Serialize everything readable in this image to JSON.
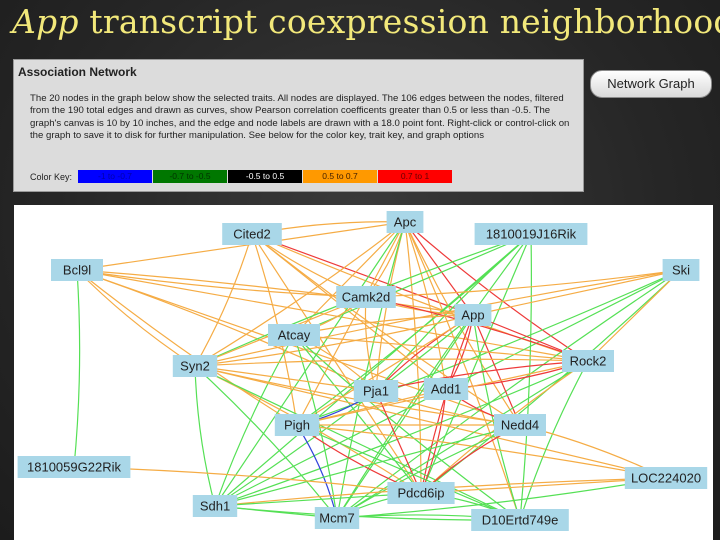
{
  "title": {
    "em": "App",
    "rest": " transcript coexpression neighborhood"
  },
  "panel": {
    "heading": "Association Network",
    "description": "The 20 nodes in the graph below show the selected traits. All nodes are displayed. The 106 edges between the nodes, filtered from the 190 total edges and drawn as curves, show Pearson correlation coefficents greater than 0.5 or less than -0.5. The graph's canvas is 10 by 10 inches, and the edge and node labels are drawn with a 18.0 point font. Right-click or control-click on the graph to save it to disk for further manipulation. See below for the color key, trait key, and graph options",
    "color_key_label": "Color Key:",
    "color_key": [
      {
        "label": "-1 to -0.7",
        "bg": "#0000ff",
        "fg": "#0000aa"
      },
      {
        "label": "-0.7 to -0.5",
        "bg": "#007700",
        "fg": "#003300"
      },
      {
        "label": "-0.5 to 0.5",
        "bg": "#000000",
        "fg": "#ffffff"
      },
      {
        "label": "0.5 to 0.7",
        "bg": "#ff9900",
        "fg": "#442200"
      },
      {
        "label": "0.7 to 1",
        "bg": "#ff0000",
        "fg": "#660000"
      }
    ]
  },
  "button": {
    "label": "Network Graph"
  },
  "colors": {
    "orange": "#f5ac45",
    "green": "#55e055",
    "red": "#ee3a3a",
    "blue": "#3344dd",
    "node_bg": "#a9d7e8"
  },
  "graph": {
    "nodes": [
      {
        "id": "Apc",
        "label": "Apc"
      },
      {
        "id": "Cited2",
        "label": "Cited2"
      },
      {
        "id": "1810019J16Rik",
        "label": "1810019J16Rik"
      },
      {
        "id": "Bcl9l",
        "label": "Bcl9l"
      },
      {
        "id": "Ski",
        "label": "Ski"
      },
      {
        "id": "Camk2d",
        "label": "Camk2d"
      },
      {
        "id": "App",
        "label": "App"
      },
      {
        "id": "Atcay",
        "label": "Atcay"
      },
      {
        "id": "Syn2",
        "label": "Syn2"
      },
      {
        "id": "Rock2",
        "label": "Rock2"
      },
      {
        "id": "Pja1",
        "label": "Pja1"
      },
      {
        "id": "Add1",
        "label": "Add1"
      },
      {
        "id": "Pigh",
        "label": "Pigh"
      },
      {
        "id": "Nedd4",
        "label": "Nedd4"
      },
      {
        "id": "1810059G22Rik",
        "label": "1810059G22Rik"
      },
      {
        "id": "LOC224020",
        "label": "LOC224020"
      },
      {
        "id": "Pdcd6ip",
        "label": "Pdcd6ip"
      },
      {
        "id": "Sdh1",
        "label": "Sdh1"
      },
      {
        "id": "Mcm7",
        "label": "Mcm7"
      },
      {
        "id": "D10Ertd749e",
        "label": "D10Ertd749e"
      }
    ],
    "edges": [
      [
        "Bcl9l",
        "1810059G22Rik",
        "green"
      ],
      [
        "Bcl9l",
        "Apc",
        "orange"
      ],
      [
        "Bcl9l",
        "Camk2d",
        "orange"
      ],
      [
        "Bcl9l",
        "App",
        "orange"
      ],
      [
        "Bcl9l",
        "Rock2",
        "orange"
      ],
      [
        "Bcl9l",
        "Syn2",
        "orange"
      ],
      [
        "Bcl9l",
        "Pja1",
        "orange"
      ],
      [
        "Bcl9l",
        "Nedd4",
        "orange"
      ],
      [
        "Bcl9l",
        "Pigh",
        "orange"
      ],
      [
        "Cited2",
        "Apc",
        "orange"
      ],
      [
        "Cited2",
        "App",
        "red"
      ],
      [
        "Cited2",
        "Camk2d",
        "orange"
      ],
      [
        "Cited2",
        "Pigh",
        "orange"
      ],
      [
        "Cited2",
        "Add1",
        "orange"
      ],
      [
        "Cited2",
        "Rock2",
        "orange"
      ],
      [
        "Cited2",
        "Syn2",
        "orange"
      ],
      [
        "Cited2",
        "Pdcd6ip",
        "orange"
      ],
      [
        "Cited2",
        "Nedd4",
        "orange"
      ],
      [
        "Apc",
        "Camk2d",
        "orange"
      ],
      [
        "Apc",
        "App",
        "red"
      ],
      [
        "Apc",
        "Rock2",
        "red"
      ],
      [
        "Apc",
        "Syn2",
        "orange"
      ],
      [
        "Apc",
        "Atcay",
        "orange"
      ],
      [
        "Apc",
        "Pja1",
        "orange"
      ],
      [
        "Apc",
        "Add1",
        "orange"
      ],
      [
        "Apc",
        "Pigh",
        "orange"
      ],
      [
        "Apc",
        "Nedd4",
        "orange"
      ],
      [
        "Apc",
        "Pdcd6ip",
        "orange"
      ],
      [
        "Apc",
        "Sdh1",
        "green"
      ],
      [
        "Apc",
        "Mcm7",
        "green"
      ],
      [
        "Apc",
        "D10Ertd749e",
        "orange"
      ],
      [
        "1810019J16Rik",
        "Atcay",
        "green"
      ],
      [
        "1810019J16Rik",
        "Syn2",
        "green"
      ],
      [
        "1810019J16Rik",
        "Pigh",
        "green"
      ],
      [
        "1810019J16Rik",
        "Sdh1",
        "green"
      ],
      [
        "1810019J16Rik",
        "Mcm7",
        "green"
      ],
      [
        "1810019J16Rik",
        "D10Ertd749e",
        "green"
      ],
      [
        "1810019J16Rik",
        "Pdcd6ip",
        "green"
      ],
      [
        "1810019J16Rik",
        "Pja1",
        "green"
      ],
      [
        "Ski",
        "Camk2d",
        "orange"
      ],
      [
        "Ski",
        "App",
        "orange"
      ],
      [
        "Ski",
        "Syn2",
        "orange"
      ],
      [
        "Ski",
        "Pigh",
        "green"
      ],
      [
        "Ski",
        "Sdh1",
        "green"
      ],
      [
        "Ski",
        "Mcm7",
        "green"
      ],
      [
        "Ski",
        "Pdcd6ip",
        "green"
      ],
      [
        "Ski",
        "Rock2",
        "orange"
      ],
      [
        "Camk2d",
        "App",
        "orange"
      ],
      [
        "Camk2d",
        "Rock2",
        "red"
      ],
      [
        "Camk2d",
        "Syn2",
        "orange"
      ],
      [
        "Camk2d",
        "Pja1",
        "orange"
      ],
      [
        "Camk2d",
        "Atcay",
        "orange"
      ],
      [
        "App",
        "Rock2",
        "red"
      ],
      [
        "App",
        "Pja1",
        "red"
      ],
      [
        "App",
        "Add1",
        "red"
      ],
      [
        "App",
        "Nedd4",
        "red"
      ],
      [
        "App",
        "Pdcd6ip",
        "red"
      ],
      [
        "App",
        "Syn2",
        "orange"
      ],
      [
        "App",
        "Pigh",
        "orange"
      ],
      [
        "App",
        "Atcay",
        "orange"
      ],
      [
        "App",
        "Sdh1",
        "green"
      ],
      [
        "App",
        "Mcm7",
        "green"
      ],
      [
        "App",
        "D10Ertd749e",
        "green"
      ],
      [
        "Atcay",
        "Pja1",
        "orange"
      ],
      [
        "Atcay",
        "Rock2",
        "orange"
      ],
      [
        "Atcay",
        "Sdh1",
        "green"
      ],
      [
        "Atcay",
        "Mcm7",
        "green"
      ],
      [
        "Atcay",
        "Pdcd6ip",
        "green"
      ],
      [
        "Atcay",
        "D10Ertd749e",
        "green"
      ],
      [
        "Syn2",
        "Rock2",
        "orange"
      ],
      [
        "Syn2",
        "Pja1",
        "orange"
      ],
      [
        "Syn2",
        "Nedd4",
        "orange"
      ],
      [
        "Syn2",
        "Pdcd6ip",
        "orange"
      ],
      [
        "Syn2",
        "LOC224020",
        "orange"
      ],
      [
        "Syn2",
        "Sdh1",
        "green"
      ],
      [
        "Syn2",
        "Mcm7",
        "green"
      ],
      [
        "Syn2",
        "D10Ertd749e",
        "green"
      ],
      [
        "Rock2",
        "Pja1",
        "red"
      ],
      [
        "Rock2",
        "Add1",
        "red"
      ],
      [
        "Rock2",
        "Pigh",
        "orange"
      ],
      [
        "Rock2",
        "Pdcd6ip",
        "orange"
      ],
      [
        "Rock2",
        "Sdh1",
        "green"
      ],
      [
        "Rock2",
        "Mcm7",
        "green"
      ],
      [
        "Rock2",
        "D10Ertd749e",
        "green"
      ],
      [
        "Pja1",
        "Pigh",
        "blue"
      ],
      [
        "Pja1",
        "Pdcd6ip",
        "red"
      ],
      [
        "Pja1",
        "Nedd4",
        "orange"
      ],
      [
        "Add1",
        "Pdcd6ip",
        "red"
      ],
      [
        "Add1",
        "Pigh",
        "orange"
      ],
      [
        "Add1",
        "Nedd4",
        "red"
      ],
      [
        "Pigh",
        "Mcm7",
        "blue"
      ],
      [
        "Pigh",
        "Nedd4",
        "orange"
      ],
      [
        "Pigh",
        "Pdcd6ip",
        "red"
      ],
      [
        "Pigh",
        "LOC224020",
        "orange"
      ],
      [
        "Pigh",
        "D10Ertd749e",
        "green"
      ],
      [
        "Nedd4",
        "Pdcd6ip",
        "red"
      ],
      [
        "Nedd4",
        "LOC224020",
        "orange"
      ],
      [
        "Nedd4",
        "Sdh1",
        "green"
      ],
      [
        "Nedd4",
        "Mcm7",
        "green"
      ],
      [
        "1810059G22Rik",
        "Pdcd6ip",
        "orange"
      ],
      [
        "LOC224020",
        "Pdcd6ip",
        "orange"
      ],
      [
        "LOC224020",
        "Sdh1",
        "orange"
      ],
      [
        "LOC224020",
        "Mcm7",
        "green"
      ],
      [
        "Pdcd6ip",
        "Sdh1",
        "green"
      ],
      [
        "Pdcd6ip",
        "Mcm7",
        "green"
      ],
      [
        "Pdcd6ip",
        "D10Ertd749e",
        "green"
      ],
      [
        "Sdh1",
        "Mcm7",
        "green"
      ],
      [
        "Sdh1",
        "D10Ertd749e",
        "green"
      ],
      [
        "Mcm7",
        "D10Ertd749e",
        "green"
      ]
    ]
  }
}
